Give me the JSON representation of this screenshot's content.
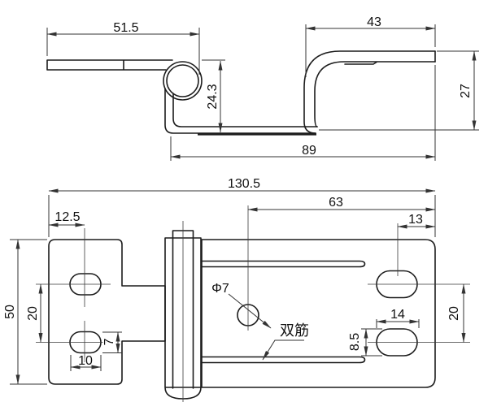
{
  "drawing": {
    "kind": "hinge engineering dimension drawing, two views"
  },
  "side_view": {
    "top_leaf_length": "51.5",
    "flange_length": "43",
    "right_height": "27",
    "left_height": "24.3",
    "base_length": "89"
  },
  "plan_view": {
    "overall_length": "130.5",
    "hole_center_to_right_edge": "63",
    "left_edge_to_hole_center": "12.5",
    "right_hole_to_edge": "13",
    "plate_width": "50",
    "left_hole_spacing": "20",
    "right_hole_spacing": "20",
    "left_slot_length": "10",
    "left_slot_width": "7",
    "right_slot_length": "14",
    "right_slot_width": "8.5",
    "center_hole_diameter": "Φ7",
    "rib_annotation": "双筋"
  },
  "colors": {
    "line": "#1c1c1c",
    "dimension": "#333333",
    "background": "#ffffff"
  }
}
